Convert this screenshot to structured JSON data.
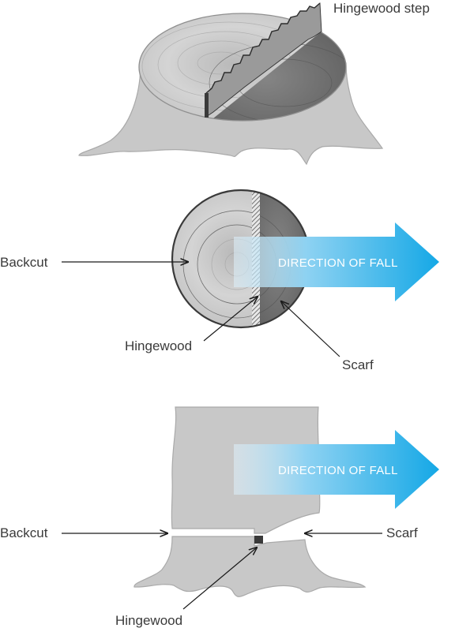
{
  "figure": {
    "top": {
      "hingewood_step_label": "Hingewood step"
    },
    "middle": {
      "backcut_label": "Backcut",
      "hingewood_label": "Hingewood",
      "scarf_label": "Scarf",
      "direction_label": "DIRECTION OF FALL"
    },
    "bottom": {
      "backcut_label": "Backcut",
      "hingewood_label": "Hingewood",
      "scarf_label": "Scarf",
      "direction_label": "DIRECTION OF FALL"
    }
  },
  "colors": {
    "stump_fill": "#c8c8c8",
    "light_wood": "#c3c3c3",
    "dark_wood": "#6f6f6f",
    "hingewood": "#3a3a3a",
    "arrow_start": "#dff1fb",
    "arrow_end": "#15a8e6",
    "label_text": "#3a3a3a"
  }
}
